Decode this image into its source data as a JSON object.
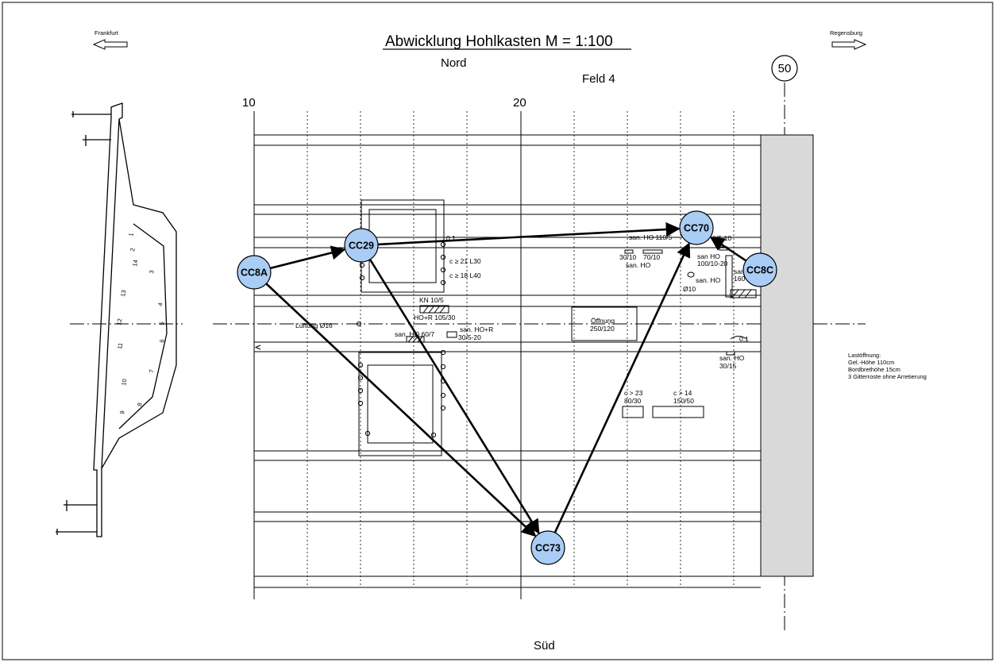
{
  "drawing": {
    "title": "Abwicklung Hohlkasten M = 1:100",
    "direction_left": "Frankfurt",
    "direction_right": "Regensburg",
    "side_top": "Nord",
    "side_bottom": "Süd",
    "field": "Feld 4",
    "axis_marker": "50",
    "grid_labels": {
      "g10": "10",
      "g20": "20"
    }
  },
  "section_numbers": [
    "1",
    "2",
    "3",
    "4",
    "5",
    "6",
    "7",
    "8",
    "9",
    "10",
    "11",
    "12",
    "13",
    "14"
  ],
  "annotations": {
    "c21": "c ≥ 21 L30",
    "c18": "c ≥ 18 L40",
    "d01": "0,1",
    "kn": "KN 10/5",
    "hor105": "HO+R 105/30",
    "lueftung": "Lüftung Ø16",
    "sanho60": "san. HO 60/7",
    "sanhor": "san. HO+R",
    "sanhor_dim": "30/5-20",
    "oeffnung": "Öffnung",
    "oeffnung_dim": "250/120",
    "sanho110": "san. HO 110/5",
    "d3010": "30/10",
    "d7010": "70/10",
    "sanho_a": "san. HO",
    "d0510": "0/5-10",
    "sanho_b": "san HO",
    "sanho_b_dim": "100/10-20",
    "sanho_c": "san. HO",
    "sanho_c_dim": "Ø10",
    "san_d": "san",
    "san_d_dim": "160",
    "d01b": "0,1",
    "sanho_e": "san. HO",
    "sanho_e_dim": "30/15",
    "c23": "c > 23",
    "d8030": "80/30",
    "c14": "c > 14",
    "d15050": "150/50"
  },
  "note": [
    "Lastöffnung:",
    "Gel.-Höhe 110cm",
    "Bordbrethöhe 15cm",
    "3 Gitterroste ohne Arretierung"
  ],
  "nodes": [
    {
      "id": "CC8A",
      "label": "CC8A"
    },
    {
      "id": "CC29",
      "label": "CC29"
    },
    {
      "id": "CC70",
      "label": "CC70"
    },
    {
      "id": "CC8C",
      "label": "CC8C"
    },
    {
      "id": "CC73",
      "label": "CC73"
    }
  ],
  "edges": [
    {
      "from": "CC8A",
      "to": "CC29"
    },
    {
      "from": "CC29",
      "to": "CC70"
    },
    {
      "from": "CC8A",
      "to": "CC73"
    },
    {
      "from": "CC29",
      "to": "CC73"
    },
    {
      "from": "CC73",
      "to": "CC70"
    },
    {
      "from": "CC8C",
      "to": "CC70"
    }
  ],
  "colors": {
    "node_fill": "#a9cdf5",
    "node_stroke": "#000000",
    "pier_fill": "#d9d9d9",
    "line": "#000000"
  }
}
